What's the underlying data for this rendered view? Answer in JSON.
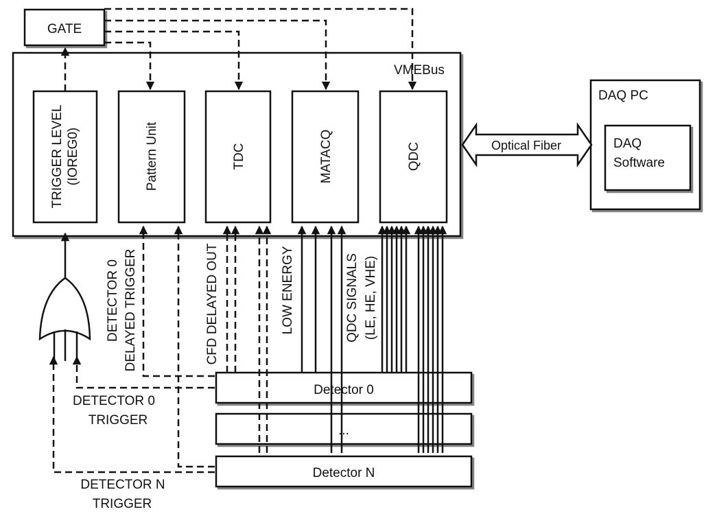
{
  "gate": {
    "label": "GATE"
  },
  "vme": {
    "label": "VMEBus"
  },
  "modules": [
    {
      "id": "trigger-level",
      "lines": [
        "TRIGGER LEVEL",
        "(IOREG0)"
      ]
    },
    {
      "id": "pattern-unit",
      "lines": [
        "Pattern Unit"
      ]
    },
    {
      "id": "tdc",
      "lines": [
        "TDC"
      ]
    },
    {
      "id": "matacq",
      "lines": [
        "MATACQ"
      ]
    },
    {
      "id": "qdc",
      "lines": [
        "QDC"
      ]
    }
  ],
  "daq_pc": {
    "label": "DAQ PC",
    "software_lines": [
      "DAQ",
      "Software"
    ]
  },
  "optical_fiber": {
    "label": "Optical Fiber"
  },
  "signals": {
    "detector0_delayed_trigger": [
      "DETECTOR 0",
      "DELAYED TRIGGER"
    ],
    "cfd_delayed_out": "CFD DELAYED OUT",
    "low_energy": "LOW ENERGY",
    "qdc_signals": [
      "QDC SIGNALS",
      "(LE, HE, VHE)"
    ],
    "detector0_trigger": [
      "DETECTOR 0",
      "TRIGGER"
    ],
    "detectorN_trigger": [
      "DETECTOR N",
      "TRIGGER"
    ]
  },
  "detectors": [
    {
      "id": "detector-0",
      "label": "Detector 0"
    },
    {
      "id": "detector-ellipsis",
      "label": "..."
    },
    {
      "id": "detector-n",
      "label": "Detector N"
    }
  ]
}
